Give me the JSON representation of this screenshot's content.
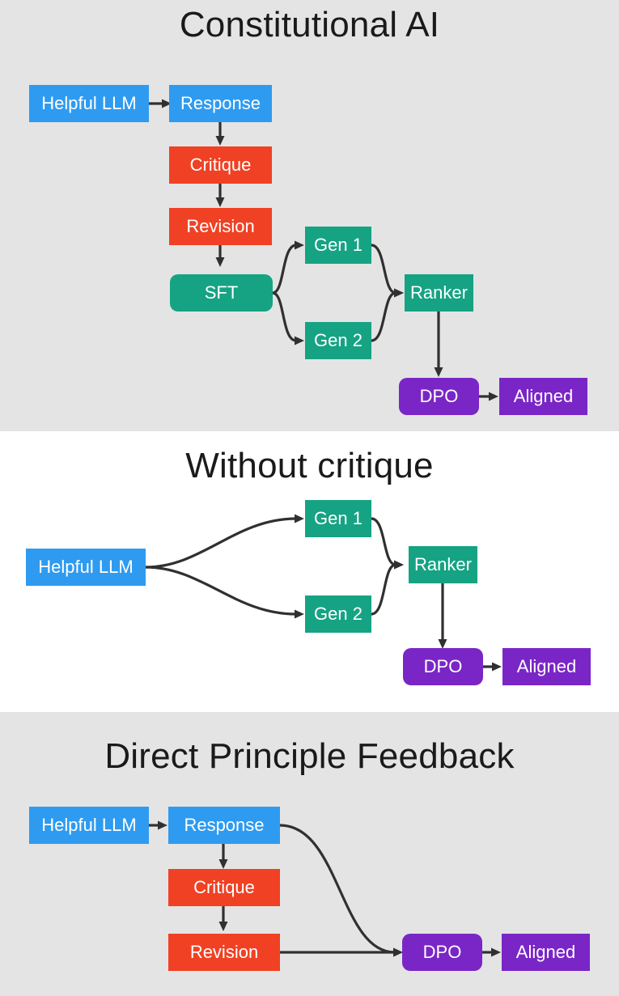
{
  "figure": {
    "background": "#ffffff",
    "panel_shaded_color": "#e4e4e4",
    "panel_plain_color": "#ffffff",
    "edge_color": "#303030",
    "node_text_color": "#ffffff"
  },
  "palette": {
    "blue": "#2e9bf0",
    "red": "#f04124",
    "green": "#15a383",
    "purple": "#7a26c6"
  },
  "panels": [
    {
      "id": "constitutional-ai",
      "title": "Constitutional AI",
      "background": "#e4e4e4",
      "nodes": [
        {
          "id": "helpful-llm",
          "label": "Helpful LLM",
          "color": "blue",
          "shape": "rect"
        },
        {
          "id": "response",
          "label": "Response",
          "color": "blue",
          "shape": "rect"
        },
        {
          "id": "critique",
          "label": "Critique",
          "color": "red",
          "shape": "rect"
        },
        {
          "id": "revision",
          "label": "Revision",
          "color": "red",
          "shape": "rect"
        },
        {
          "id": "sft",
          "label": "SFT",
          "color": "green",
          "shape": "rounded"
        },
        {
          "id": "gen-1",
          "label": "Gen 1",
          "color": "green",
          "shape": "rect"
        },
        {
          "id": "gen-2",
          "label": "Gen 2",
          "color": "green",
          "shape": "rect"
        },
        {
          "id": "ranker",
          "label": "Ranker",
          "color": "green",
          "shape": "rect"
        },
        {
          "id": "dpo",
          "label": "DPO",
          "color": "purple",
          "shape": "rounded"
        },
        {
          "id": "aligned",
          "label": "Aligned",
          "color": "purple",
          "shape": "rect"
        }
      ],
      "edges": [
        {
          "from": "helpful-llm",
          "to": "response"
        },
        {
          "from": "response",
          "to": "critique"
        },
        {
          "from": "critique",
          "to": "revision"
        },
        {
          "from": "revision",
          "to": "sft"
        },
        {
          "from": "sft",
          "to": "gen-1"
        },
        {
          "from": "sft",
          "to": "gen-2"
        },
        {
          "from": "gen-1",
          "to": "ranker"
        },
        {
          "from": "gen-2",
          "to": "ranker"
        },
        {
          "from": "ranker",
          "to": "dpo"
        },
        {
          "from": "dpo",
          "to": "aligned"
        }
      ]
    },
    {
      "id": "without-critique",
      "title": "Without critique",
      "background": "#ffffff",
      "nodes": [
        {
          "id": "helpful-llm",
          "label": "Helpful LLM",
          "color": "blue",
          "shape": "rect"
        },
        {
          "id": "gen-1",
          "label": "Gen 1",
          "color": "green",
          "shape": "rect"
        },
        {
          "id": "gen-2",
          "label": "Gen 2",
          "color": "green",
          "shape": "rect"
        },
        {
          "id": "ranker",
          "label": "Ranker",
          "color": "green",
          "shape": "rect"
        },
        {
          "id": "dpo",
          "label": "DPO",
          "color": "purple",
          "shape": "rounded"
        },
        {
          "id": "aligned",
          "label": "Aligned",
          "color": "purple",
          "shape": "rect"
        }
      ],
      "edges": [
        {
          "from": "helpful-llm",
          "to": "gen-1"
        },
        {
          "from": "helpful-llm",
          "to": "gen-2"
        },
        {
          "from": "gen-1",
          "to": "ranker"
        },
        {
          "from": "gen-2",
          "to": "ranker"
        },
        {
          "from": "ranker",
          "to": "dpo"
        },
        {
          "from": "dpo",
          "to": "aligned"
        }
      ]
    },
    {
      "id": "direct-principle-feedback",
      "title": "Direct Principle Feedback",
      "background": "#e4e4e4",
      "nodes": [
        {
          "id": "helpful-llm",
          "label": "Helpful LLM",
          "color": "blue",
          "shape": "rect"
        },
        {
          "id": "response",
          "label": "Response",
          "color": "blue",
          "shape": "rect"
        },
        {
          "id": "critique",
          "label": "Critique",
          "color": "red",
          "shape": "rect"
        },
        {
          "id": "revision",
          "label": "Revision",
          "color": "red",
          "shape": "rect"
        },
        {
          "id": "dpo",
          "label": "DPO",
          "color": "purple",
          "shape": "rounded"
        },
        {
          "id": "aligned",
          "label": "Aligned",
          "color": "purple",
          "shape": "rect"
        }
      ],
      "edges": [
        {
          "from": "helpful-llm",
          "to": "response"
        },
        {
          "from": "response",
          "to": "critique"
        },
        {
          "from": "critique",
          "to": "revision"
        },
        {
          "from": "response",
          "to": "dpo"
        },
        {
          "from": "revision",
          "to": "dpo"
        },
        {
          "from": "dpo",
          "to": "aligned"
        }
      ]
    }
  ],
  "labels": {
    "p1": {
      "title": "Constitutional AI",
      "helpful_llm": "Helpful LLM",
      "response": "Response",
      "critique": "Critique",
      "revision": "Revision",
      "sft": "SFT",
      "gen1": "Gen 1",
      "gen2": "Gen 2",
      "ranker": "Ranker",
      "dpo": "DPO",
      "aligned": "Aligned"
    },
    "p2": {
      "title": "Without critique",
      "helpful_llm": "Helpful LLM",
      "gen1": "Gen 1",
      "gen2": "Gen 2",
      "ranker": "Ranker",
      "dpo": "DPO",
      "aligned": "Aligned"
    },
    "p3": {
      "title": "Direct Principle Feedback",
      "helpful_llm": "Helpful LLM",
      "response": "Response",
      "critique": "Critique",
      "revision": "Revision",
      "dpo": "DPO",
      "aligned": "Aligned"
    }
  }
}
